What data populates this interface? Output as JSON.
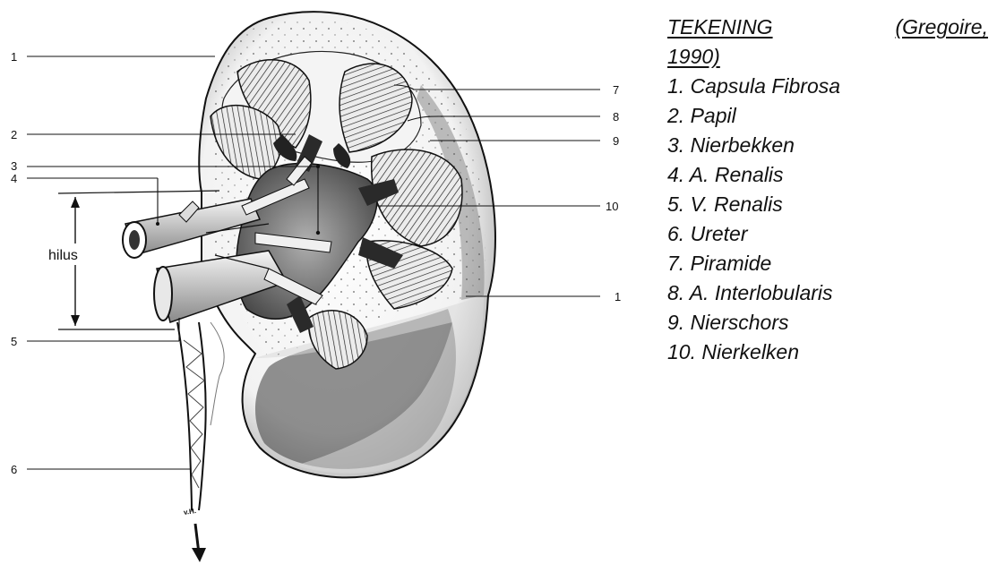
{
  "legend": {
    "title_left": "TEKENING",
    "title_right": "(Gregoire,",
    "title_year": "1990)",
    "items": [
      "1. Capsula Fibrosa",
      "2. Papil",
      "3. Nierbekken",
      "4. A. Renalis",
      "5. V. Renalis",
      "6. Ureter",
      "7. Piramide",
      "8. A. Interlobularis",
      "9. Nierschors",
      "10. Nierkelken"
    ]
  },
  "figure": {
    "callouts_left": [
      "1",
      "2",
      "3",
      "4",
      "5",
      "6"
    ],
    "callouts_right": [
      "7",
      "8",
      "9",
      "10",
      "1"
    ],
    "hilus_label": "hilus",
    "artist_initials": "v.H."
  },
  "colors": {
    "ink": "#111111",
    "paper": "#ffffff",
    "shade_dark": "#3a3a3a",
    "shade_mid": "#8a8a8a",
    "shade_light": "#d8d8d8"
  }
}
